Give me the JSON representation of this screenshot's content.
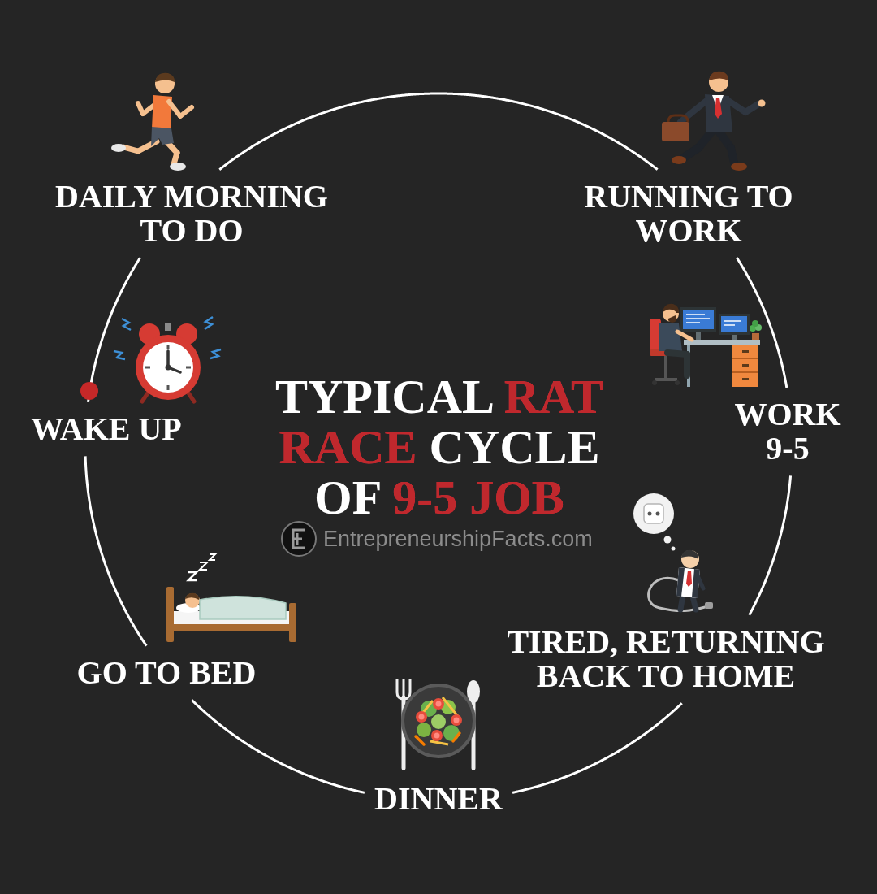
{
  "diagram": {
    "title": "TYPICAL RAT RACE CYCLE OF 9-5 JOB",
    "nodes": [
      {
        "text": [
          "WAKE UP"
        ]
      },
      {
        "text": [
          "DAILY MORNING TO DO"
        ]
      },
      {
        "text": [
          "RUNNING TO WORK"
        ]
      },
      {
        "text": [
          "WORK 9-5"
        ]
      },
      {
        "text": [
          "TIRED, RETURNING BACK TO HOME"
        ]
      },
      {
        "text": [
          "DINNER"
        ]
      },
      {
        "text": [
          "GO TO BED"
        ]
      }
    ],
    "edges": [
      {
        "from": 0,
        "to": 1,
        "arrow": "none"
      },
      {
        "from": 1,
        "to": 2,
        "arrow": "none"
      },
      {
        "from": 2,
        "to": 3,
        "arrow": "none"
      },
      {
        "from": 3,
        "to": 4,
        "arrow": "none"
      },
      {
        "from": 4,
        "to": 5,
        "arrow": "none"
      },
      {
        "from": 5,
        "to": 6,
        "arrow": "none"
      },
      {
        "from": 6,
        "to": 0,
        "arrow": "none"
      }
    ],
    "labels": [
      "EntrepreneurshipFacts.com"
    ]
  }
}
